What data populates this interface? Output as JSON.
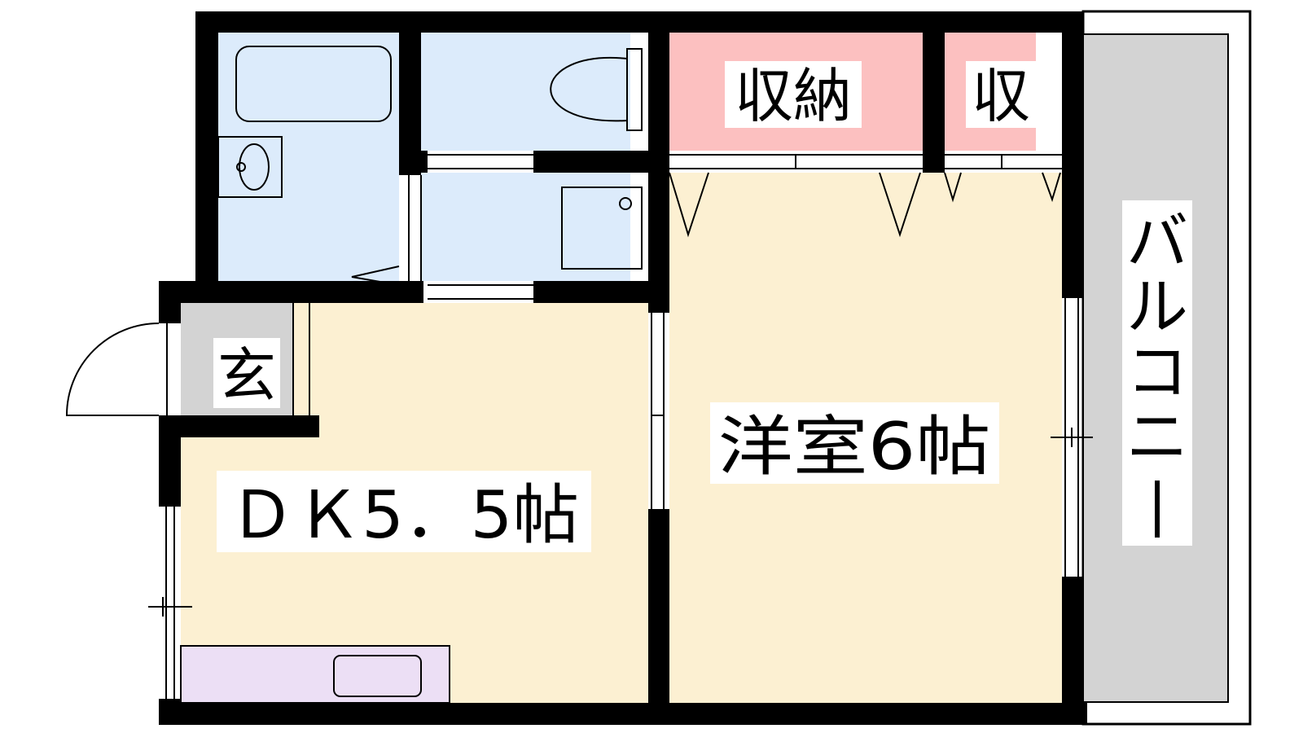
{
  "rooms": {
    "storage_large": "収納",
    "storage_small": "収",
    "entrance": "玄",
    "dk": "ＤＫ5．5帖",
    "western_room": "洋室6帖",
    "balcony": [
      "バ",
      "ル",
      "コ",
      "ニ",
      "ー"
    ]
  },
  "colors": {
    "wet_area": "#dcebfb",
    "storage": "#fcc0c0",
    "living": "#fcf0d2",
    "entrance": "#d3d3d3",
    "balcony": "#d3d3d3",
    "kitchen": "#ecdff5",
    "wall": "#000000"
  }
}
